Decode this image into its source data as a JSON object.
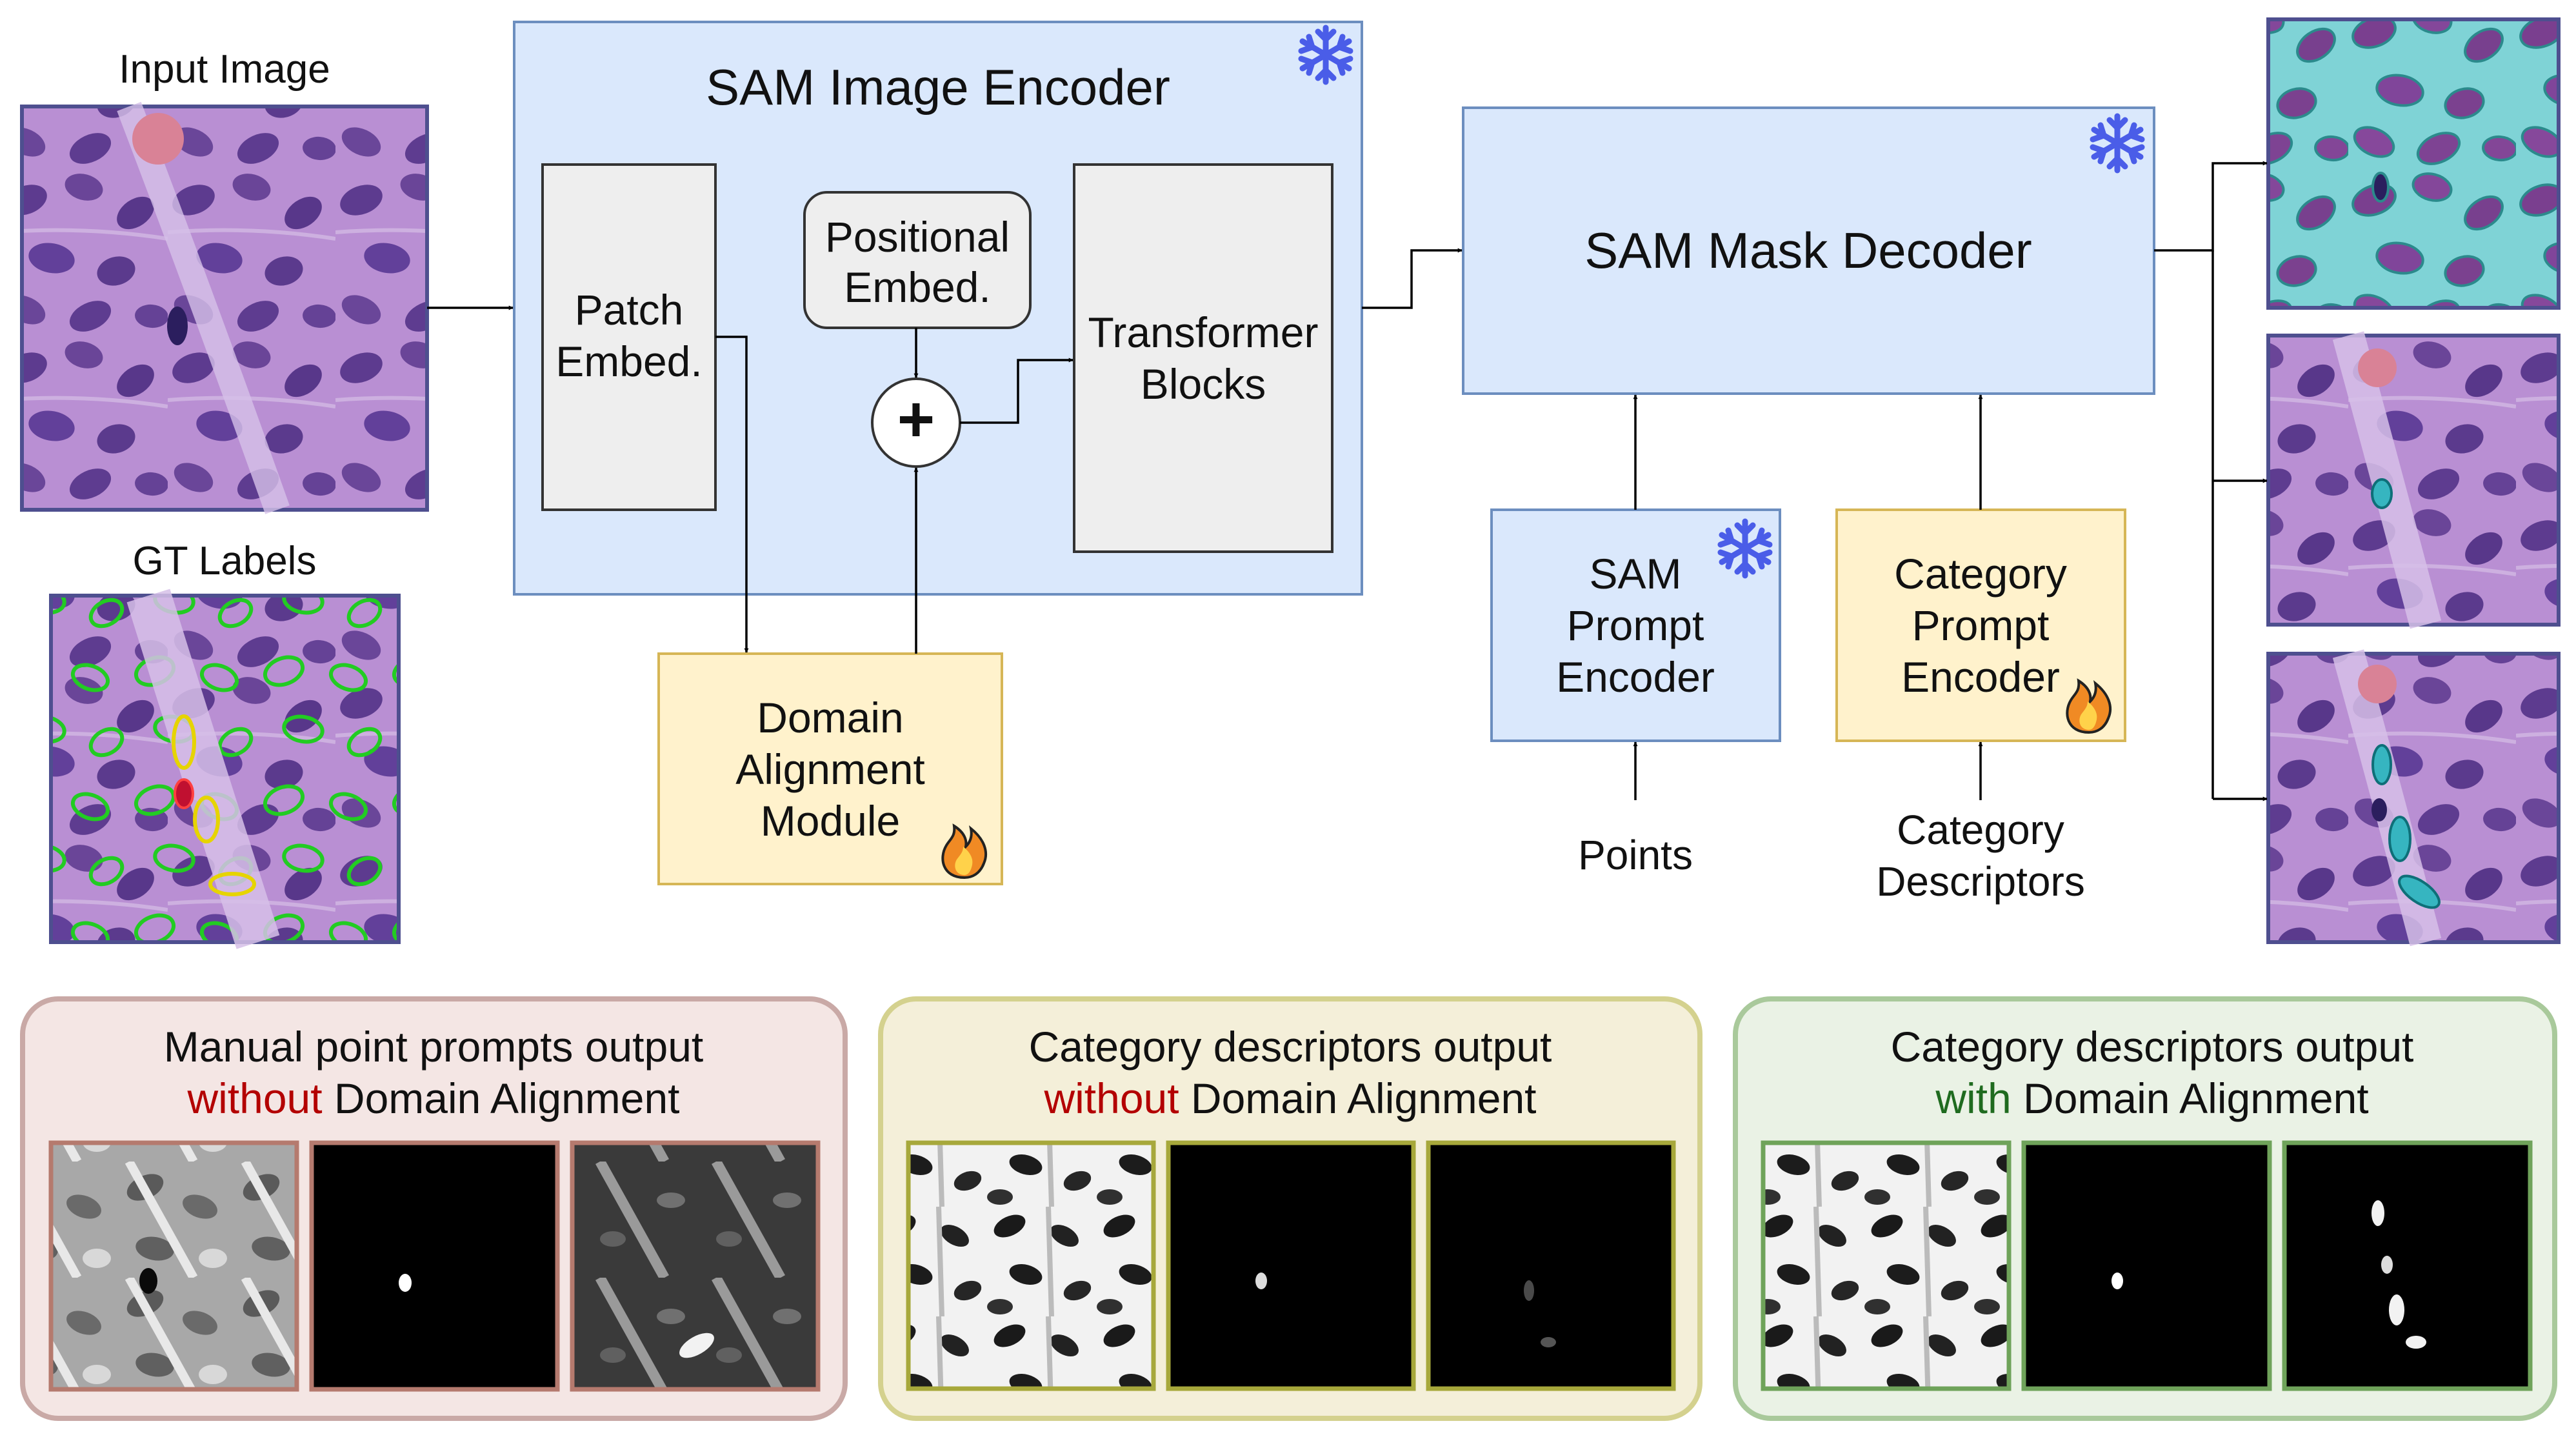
{
  "input_image_label": "Input Image",
  "gt_labels_label": "GT Labels",
  "encoder": {
    "title": "SAM Image Encoder",
    "patch_embed": [
      "Patch",
      "Embed."
    ],
    "positional_embed": [
      "Positional",
      "Embed."
    ],
    "plus_symbol": "+",
    "transformer_blocks": [
      "Transformer",
      "Blocks"
    ]
  },
  "domain_alignment": [
    "Domain",
    "Alignment",
    "Module"
  ],
  "mask_decoder": {
    "title": "SAM Mask Decoder"
  },
  "sam_prompt_encoder": [
    "SAM",
    "Prompt",
    "Encoder"
  ],
  "category_prompt_encoder": [
    "Category",
    "Prompt",
    "Encoder"
  ],
  "points_label": "Points",
  "category_descriptors": [
    "Category",
    "Descriptors"
  ],
  "panels": [
    {
      "line1": "Manual point prompts output",
      "highlight": "without",
      "rest": " Domain Alignment"
    },
    {
      "line1": "Category descriptors output",
      "highlight": "without",
      "rest": " Domain Alignment"
    },
    {
      "line1": "Category descriptors output",
      "highlight": "with",
      "rest": " Domain Alignment"
    }
  ],
  "colors": {
    "encoder_fill": "#dae8fc",
    "encoder_stroke": "#6c8ebf",
    "module_fill": "#fff2cc",
    "module_stroke": "#d6b656",
    "grey_block": "#eeeeee",
    "panel1_fill": "#f4e6e4",
    "panel1_stroke": "#c9a9a6",
    "panel2_fill": "#f4efd9",
    "panel2_stroke": "#d4d18e",
    "panel3_fill": "#eaf2e5",
    "panel3_stroke": "#a9c99b",
    "without_text": "#b30000",
    "with_text": "#1f6b1f",
    "snowflake": "#4a5de8",
    "frame_image": "#4e4f8f",
    "frame_panel1": "#b57a6e",
    "frame_panel2": "#a7a83b",
    "frame_panel3": "#6fa35a"
  },
  "icons": [
    "snowflake-icon",
    "flame-icon"
  ]
}
